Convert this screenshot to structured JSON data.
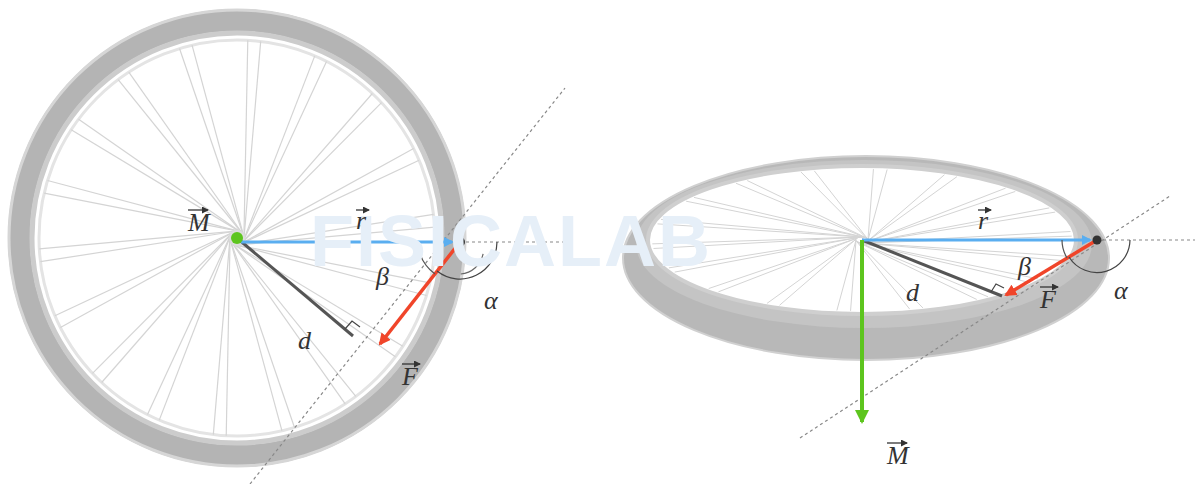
{
  "diagram": {
    "labels": [
      "FISICALAB",
      "M",
      "r",
      "β",
      "d",
      "F",
      "α",
      "r",
      "β",
      "d",
      "F",
      "α",
      "M"
    ]
  }
}
